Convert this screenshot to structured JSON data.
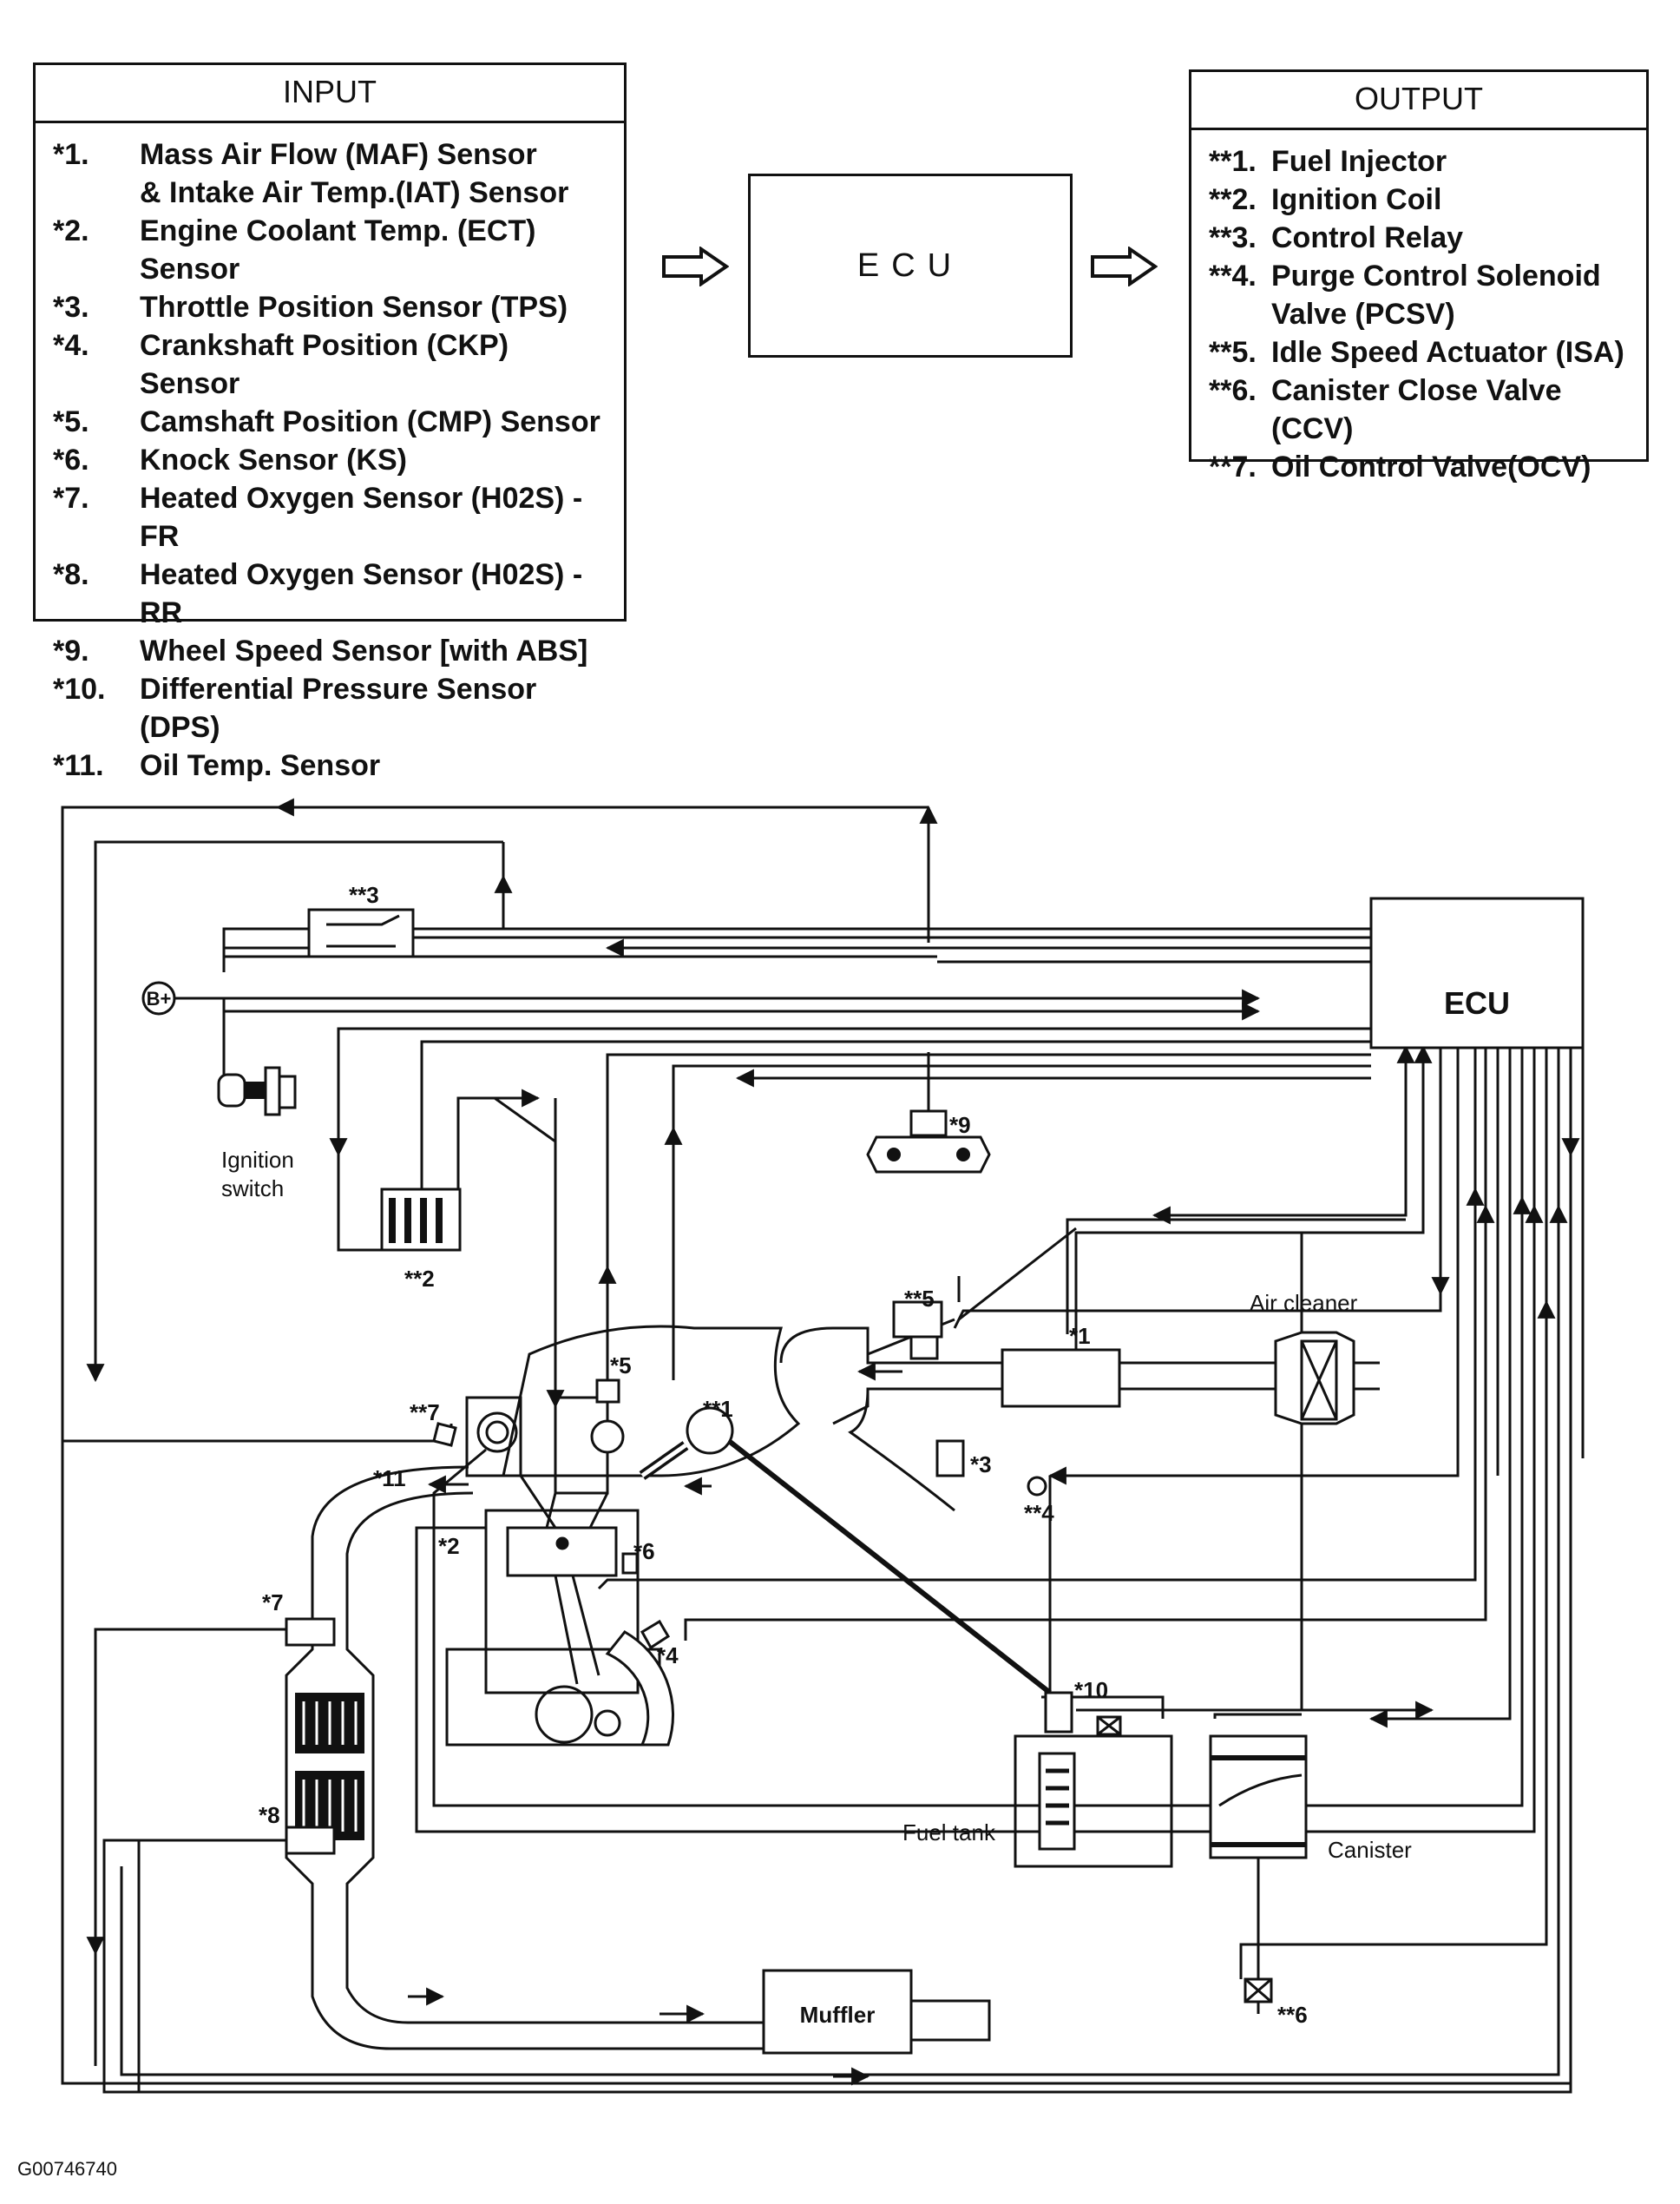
{
  "input": {
    "title": "INPUT",
    "items": [
      {
        "num": "*1.",
        "text": "Mass Air Flow (MAF) Sensor\n& Intake Air Temp.(IAT) Sensor"
      },
      {
        "num": "*2.",
        "text": "Engine Coolant Temp. (ECT) Sensor"
      },
      {
        "num": "*3.",
        "text": "Throttle Position Sensor (TPS)"
      },
      {
        "num": "*4.",
        "text": "Crankshaft Position (CKP) Sensor"
      },
      {
        "num": "*5.",
        "text": "Camshaft Position (CMP) Sensor"
      },
      {
        "num": "*6.",
        "text": "Knock Sensor (KS)"
      },
      {
        "num": "*7.",
        "text": "Heated Oxygen Sensor (H02S) - FR"
      },
      {
        "num": "*8.",
        "text": "Heated Oxygen Sensor (H02S) - RR"
      },
      {
        "num": "*9.",
        "text": "Wheel Speed Sensor [with ABS]"
      },
      {
        "num": "*10.",
        "text": "Differential Pressure Sensor (DPS)"
      },
      {
        "num": "*11.",
        "text": "Oil Temp. Sensor"
      }
    ]
  },
  "ecu_center": "ECU",
  "output": {
    "title": "OUTPUT",
    "items": [
      {
        "num": "**1.",
        "text": "Fuel Injector"
      },
      {
        "num": "**2.",
        "text": "Ignition Coil"
      },
      {
        "num": "**3.",
        "text": "Control Relay"
      },
      {
        "num": "**4.",
        "text": "Purge Control Solenoid\nValve (PCSV)"
      },
      {
        "num": "**5.",
        "text": "Idle Speed Actuator (ISA)"
      },
      {
        "num": "**6.",
        "text": "Canister Close Valve (CCV)"
      },
      {
        "num": "**7.",
        "text": "Oil Control Valve(OCV)"
      }
    ]
  },
  "diagram": {
    "ecu": "ECU",
    "battery": "B+",
    "ignition_switch_1": "Ignition",
    "ignition_switch_2": "switch",
    "air_cleaner": "Air cleaner",
    "fuel_tank": "Fuel tank",
    "canister": "Canister",
    "muffler": "Muffler",
    "tags": {
      "o3": "**3",
      "o2": "**2",
      "o5": "**5",
      "i9": "*9",
      "i1": "*1",
      "i5": "*5",
      "o7": "**7",
      "o1": "**1",
      "i3": "*3",
      "i11": "*11",
      "o4": "**4",
      "i2": "*2",
      "i6": "*6",
      "i7": "*7",
      "i4": "*4",
      "i10": "*10",
      "i8": "*8",
      "o6": "**6"
    }
  },
  "figure_id": "G00746740"
}
